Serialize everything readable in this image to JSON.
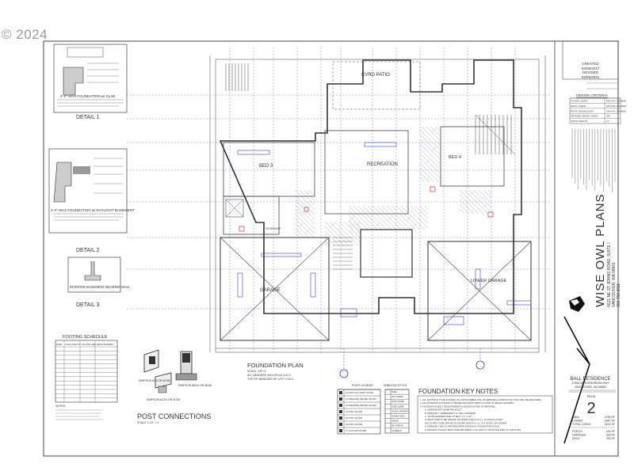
{
  "watermark": "© 2024",
  "title_block": {
    "created_label": "CREATED",
    "created_date": "04/05/2017",
    "revised_label": "REVISED",
    "revised_date": "03/05/2021",
    "design_criteria": {
      "title": "DESIGN CRITERIA",
      "rows": [
        {
          "label": "FLOOR LOADS",
          "value": "40# LIVE / 10# DEAD"
        },
        {
          "label": "DECK LOADS",
          "value": "60# LIVE / 10# DEAD"
        },
        {
          "label": "ROOF SNOWLOADS",
          "value": "25# LIVE / 20# DEAD"
        },
        {
          "label": "GROUND SNOW LOADS",
          "value": "30#"
        },
        {
          "label": "FROST DEPTH",
          "value": "12\""
        }
      ]
    },
    "company": "WISE OWL PLANS",
    "company_address": "4621 NE ST JOHNS ROAD, SUITE I",
    "company_city": "VANCOUVER, WA 98661",
    "company_phone": "360.750.8911",
    "project_name": "BALL RESIDENCE",
    "project_address": "37505 SE EVERGREEN HWY",
    "project_city": "VANCOUVER, WA 98683",
    "page_label": "PAGE",
    "page_number": "2",
    "areas": [
      {
        "label": "MAIN",
        "value": "2235 SF"
      },
      {
        "label": "LOWER",
        "value": "1867 SF"
      },
      {
        "label": "TOTAL LIVING",
        "value": "4102 SF"
      }
    ],
    "areas_other": [
      {
        "label": "PORCH",
        "value": "130 SF"
      },
      {
        "label": "GARAGES",
        "value": "928 SF"
      },
      {
        "label": "DECK",
        "value": "783 SF"
      }
    ]
  },
  "details": {
    "detail1_caption": "4'-0\" MAX FOUNDATION w/ SLAB",
    "detail1_label": "DETAIL 1",
    "detail2_caption": "4'-0\" MAX FOUNDATION w/ DAYLIGHT BASEMENT",
    "detail2_label": "DETAIL 2",
    "detail3_caption": "INTERIOR BASEMENT BEARING WALL",
    "detail3_label": "DETAIL 3"
  },
  "footing_schedule": {
    "title": "FOOTING SCHEDULE",
    "headers": [
      "MARK",
      "LOAD CAPACITY",
      "FOOTING SIZE",
      "REINFORCEMENT"
    ],
    "notes_label": "NOTES:"
  },
  "post_connections": {
    "title": "POST CONNECTIONS",
    "scale": "SCALE 1 1/2\" = 1'",
    "items": [
      "SIMPSON AC4 OR AC66",
      "SIMPSON ABU4 OR ABU6",
      "SIMPSON ACE4 OR ACE6"
    ]
  },
  "plan": {
    "rooms": {
      "patio": "CVRD PATIO",
      "bed3": "BED 3",
      "recreation": "RECREATION",
      "bed4": "BED 4",
      "storage": "STORAGE",
      "garage": "GARAGE",
      "lower_garage": "LOWER GARAGE"
    },
    "title": "FOUNDATION PLAN",
    "notes": [
      "SCALE: 1/8\"=1'",
      "ALL HEADERS 4x10 DFL#2 U.N.O.",
      "TOP OF WINDOWS 96\" A.F.F. U.N.O."
    ]
  },
  "post_legend": {
    "title": "POST LEGEND",
    "items": [
      "4x4 POST, FULL WIDTH OF WALL",
      "4x4 PRESSURE TREATED COLUMN",
      "6x6 PRESSURE TREATED COLUMN",
      "4x6 POST COLUMN",
      "6x6 POST COLUMN",
      "4x8 POST COLUMN",
      "6 x 6 COLUMN COLUMN"
    ]
  },
  "window_legend": {
    "title": "WINDOW STYLE",
    "items": [
      "FIXED",
      "LEFT SLIDER",
      "RIGHT SLIDER",
      "FIXED SLIDER",
      "SINGLE CASEMENT",
      "DOUBLE HUNG",
      "AWNING",
      "BAY WINDOW",
      "CASEMENT"
    ]
  },
  "key_notes": {
    "title": "FOUNDATION KEY NOTES",
    "items": [
      "1. ALL FOOTINGS TO BE POURED ON UNDISTURBED SOIL OTHERWISE A COMPACTION TEST WILL BE REQUIRED.",
      "2. ALL EXTERIOR FOOTINGS TO BE BELOW FROST DEPTH LISTED IN DESIGN CRITERIA.",
      "3. FOUNDATION BOLT REQUIREMENTS (UNLESS NOTED OTHERWISE):",
      "A. MINIMUM 5/8\" DIAMETER BOLTS",
      "B. MINIMUM 7\" EMBEDMENT IN THE CONCRETE",
      "C. PLATE WASHERS ARE TO BE 3\" x 3\" x 1/4\"",
      "D. BOLTS ARE TO BE SPACED NO MORE THAN 6'-0\" o.c. IF SINGLE STORY;",
      "BOLTS ARE TO BE SPACED NO MORE THAN 4'-0\" o.c. IF 3 STORY OR HIGHER",
      "E. MINIMUM 2 BOLTS ARE REQUIRED FOR EACH FOUNDATION PLATE",
      "F. END BOLTS SHALL BE PLACED BETWEEN 3-1/2\" AND 12\" FROM THE END OF THE PLATE"
    ]
  },
  "colors": {
    "linework": "#333333",
    "annotation": "#3a3ad0",
    "fixtures": "#d03030"
  }
}
